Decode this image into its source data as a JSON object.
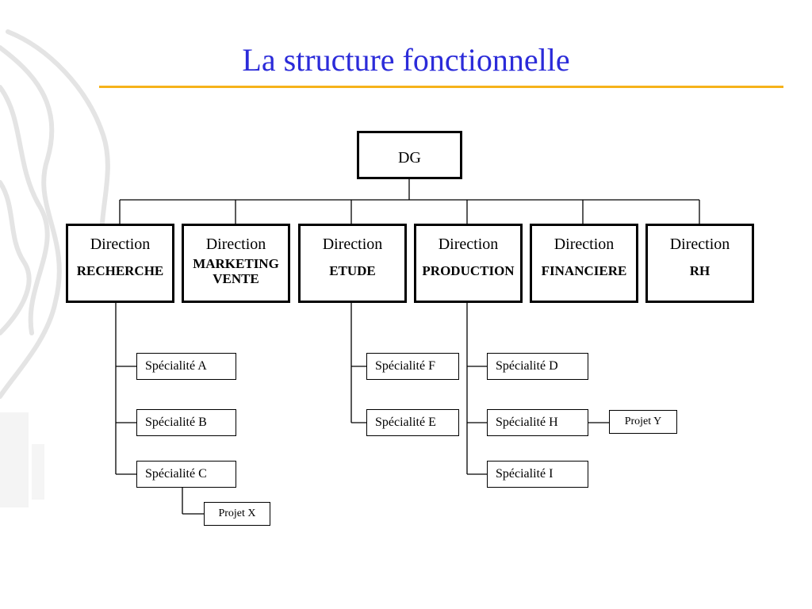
{
  "slide": {
    "title": "La structure fonctionnelle",
    "accent_color": "#f6b21a",
    "title_color": "#2b2bd9"
  },
  "org": {
    "root": "DG",
    "directions": [
      {
        "line1": "Direction",
        "line2": "RECHERCHE"
      },
      {
        "line1": "Direction",
        "line2": "MARKETING\nVENTE"
      },
      {
        "line1": "Direction",
        "line2": "ETUDE"
      },
      {
        "line1": "Direction",
        "line2": "PRODUCTION"
      },
      {
        "line1": "Direction",
        "line2": "FINANCIERE"
      },
      {
        "line1": "Direction",
        "line2": "RH"
      }
    ],
    "specialites": {
      "a": "Spécialité A",
      "b": "Spécialité B",
      "c": "Spécialité C",
      "f": "Spécialité F",
      "e": "Spécialité E",
      "d": "Spécialité D",
      "h": "Spécialité H",
      "i": "Spécialité I"
    },
    "projets": {
      "x": "Projet X",
      "y": "Projet Y"
    }
  }
}
